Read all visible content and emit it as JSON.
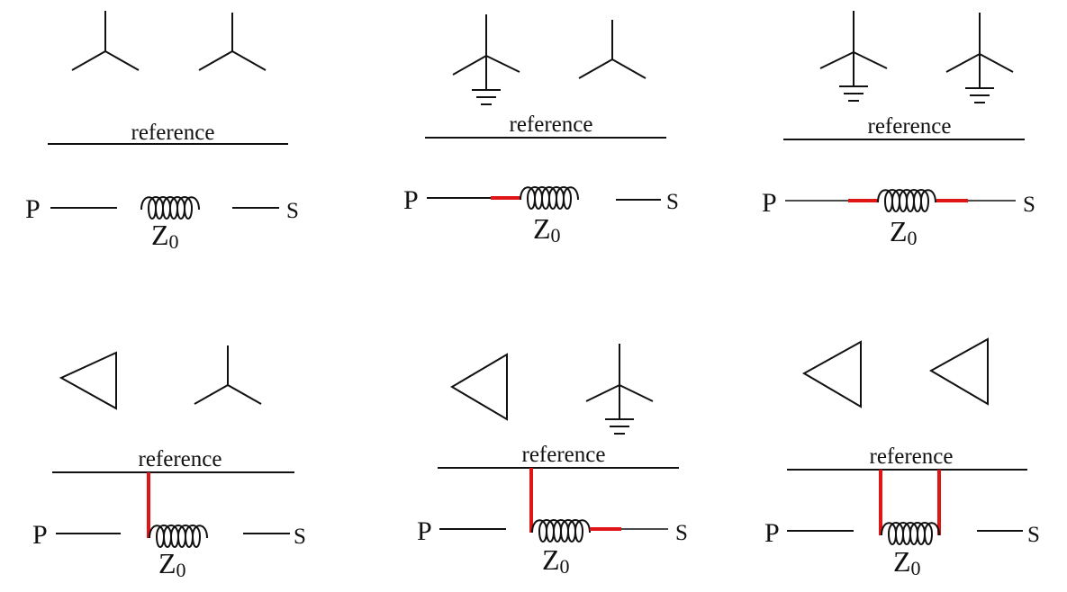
{
  "labels": {
    "reference": "reference",
    "primary": "P",
    "secondary": "S",
    "impedance_main": "Z",
    "impedance_sub": "0"
  },
  "colors": {
    "ink": "#111111",
    "path": "#e01515",
    "background": "#ffffff"
  },
  "panels": [
    {
      "id": "a",
      "primary_symbol": "wye-icon",
      "secondary_symbol": "wye-icon"
    },
    {
      "id": "b",
      "primary_symbol": "grounded-wye-icon",
      "secondary_symbol": "wye-icon"
    },
    {
      "id": "c",
      "primary_symbol": "grounded-wye-icon",
      "secondary_symbol": "grounded-wye-icon"
    },
    {
      "id": "d",
      "primary_symbol": "delta-icon",
      "secondary_symbol": "wye-icon"
    },
    {
      "id": "e",
      "primary_symbol": "delta-icon",
      "secondary_symbol": "grounded-wye-icon"
    },
    {
      "id": "f",
      "primary_symbol": "delta-icon",
      "secondary_symbol": "delta-icon"
    }
  ]
}
